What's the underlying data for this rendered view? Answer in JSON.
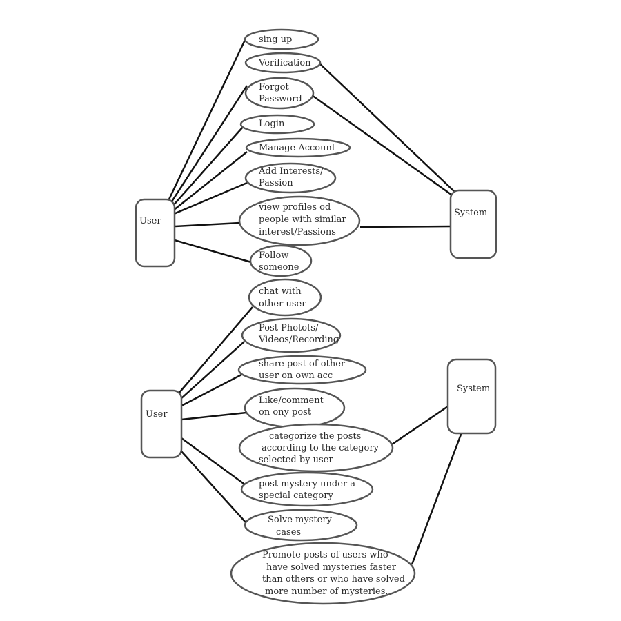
{
  "actors": {
    "user_top": "User",
    "system_top": "System",
    "user_bottom": "User",
    "system_bottom": "System"
  },
  "use_cases": {
    "sign_up": [
      "sing  up"
    ],
    "verification": [
      "Verification"
    ],
    "forgot_password": [
      "Forgot",
      "Password"
    ],
    "login": [
      "Login"
    ],
    "manage_account": [
      "Manage  Account"
    ],
    "add_interests": [
      "Add  Interests/",
      "Passion"
    ],
    "view_profiles": [
      "view  profiles  od",
      "people  with  similar",
      "interest/Passions"
    ],
    "follow": [
      "Follow",
      "someone"
    ],
    "chat": [
      "chat  with",
      "other  user"
    ],
    "post_photos": [
      "Post  Photots/",
      "Videos/Recording"
    ],
    "share_post": [
      "share  post  of  other",
      "user  on  own  acc"
    ],
    "like_comment": [
      "Like/comment",
      "on  ony  post"
    ],
    "categorize": [
      "categorize  the  posts",
      "according  to  the  category",
      "selected  by  user"
    ],
    "post_mystery": [
      "post  mystery  under  a",
      "special  category"
    ],
    "solve_mystery": [
      "Solve  mystery",
      "cases"
    ],
    "promote_posts": [
      "Promote  posts  of  users  who",
      "have  solved  mysteries  faster",
      "than  others  or  who  have  solved",
      "more  number  of  mysteries."
    ]
  }
}
